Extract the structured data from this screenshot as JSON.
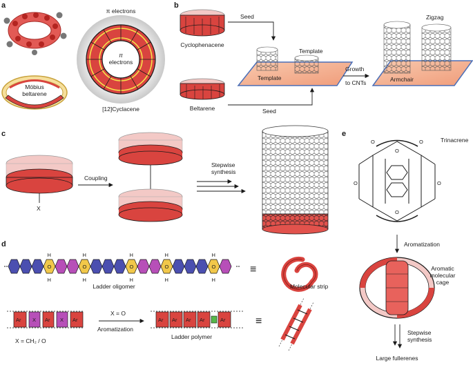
{
  "panels": {
    "a": {
      "letter": "a",
      "pi_electrons_top": "π electrons",
      "pi_center_1": "π",
      "pi_center_2": "electrons",
      "cyclacene": "[12]Cyclacene",
      "mobius_1": "Möbius",
      "mobius_2": "beltarene"
    },
    "b": {
      "letter": "b",
      "cyclophenacene": "Cyclophenacene",
      "beltarene": "Beltarene",
      "seed_top": "Seed",
      "seed_bottom": "Seed",
      "template_left": "Template",
      "template_right": "Template",
      "growth_1": "Growth",
      "growth_2": "to CNTs",
      "zigzag": "Zigzag",
      "armchair": "Armchair"
    },
    "c": {
      "letter": "c",
      "x_label": "X",
      "coupling": "Coupling",
      "stepwise_1": "Stepwise",
      "stepwise_2": "synthesis"
    },
    "d": {
      "letter": "d",
      "h": "H",
      "o": "O",
      "ladder_oligomer": "Ladder oligomer",
      "molecular_strip": "Molecular strip",
      "ar": "Ar",
      "x": "X",
      "x_eq_o": "X = O",
      "aromatization": "Aromatization",
      "x_def": "X = CH₂ / O",
      "ladder_polymer": "Ladder polymer",
      "equiv": "≡"
    },
    "e": {
      "letter": "e",
      "trinacrene": "Trinacrene",
      "o": "O",
      "aromatization": "Aromatization",
      "cage_1": "Aromatic",
      "cage_2": "molecular",
      "cage_3": "cage",
      "stepwise_1": "Stepwise",
      "stepwise_2": "synthesis",
      "large_fullerenes": "Large fullerenes"
    }
  },
  "colors": {
    "red": "#d9443f",
    "pink": "#f3c9c6",
    "blue": "#4b4fb0",
    "magenta": "#b74fb8",
    "yellow": "#f2c84a",
    "green": "#56b84a",
    "salmon": "#f4b89a"
  }
}
